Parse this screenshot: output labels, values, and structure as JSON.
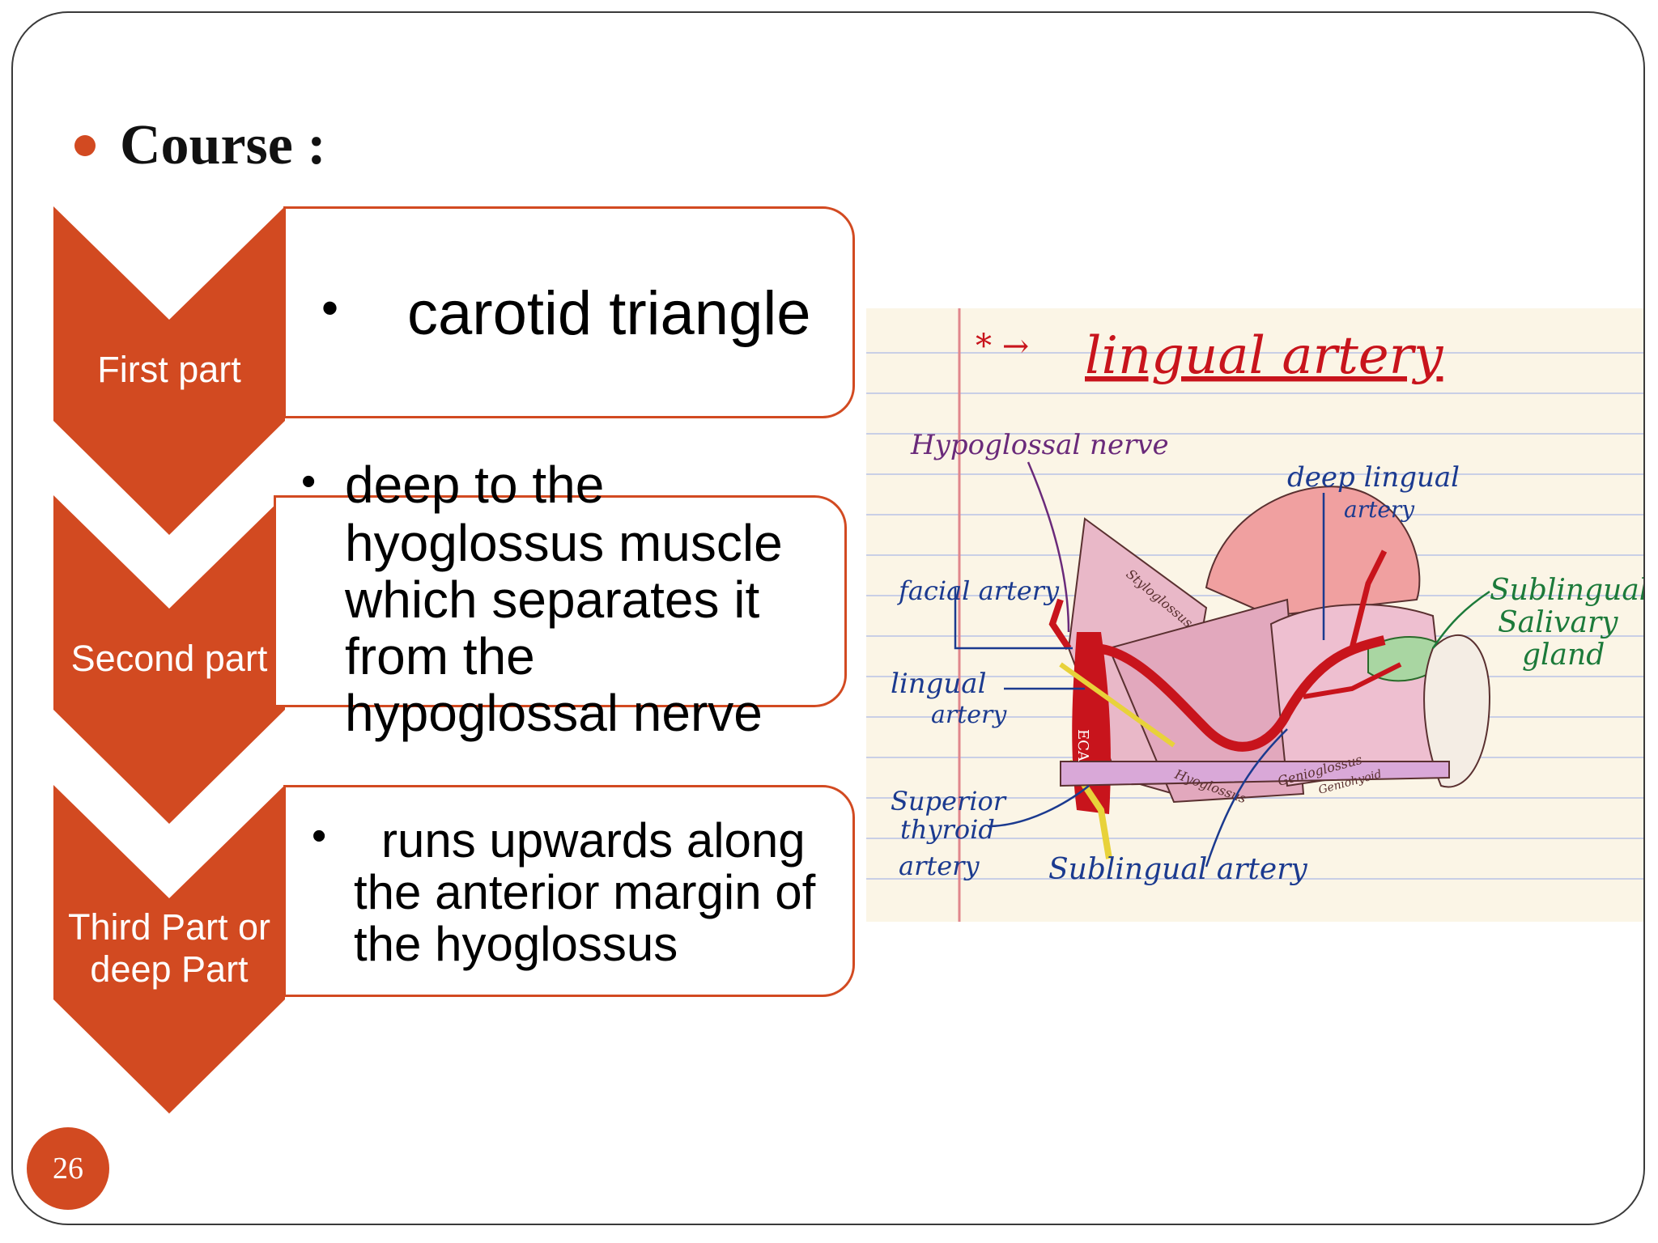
{
  "slide": {
    "title": "Course :",
    "page_number": "26"
  },
  "parts": [
    {
      "label_lines": [
        "First part"
      ],
      "description": "carotid triangle"
    },
    {
      "label_lines": [
        "Second part"
      ],
      "description_lines": [
        "deep to the",
        "hyoglossus muscle",
        "which separates it",
        "from the",
        "hypoglossal nerve"
      ]
    },
    {
      "label_lines": [
        "Third Part or",
        "deep Part"
      ],
      "description_lines": [
        "runs upwards along",
        "the anterior margin of",
        "the hyoglossus"
      ]
    }
  ],
  "diagram": {
    "title": "lingual artery",
    "labels": {
      "hypoglossal_nerve": "Hypoglossal nerve",
      "deep_lingual_artery_1": "deep lingual",
      "deep_lingual_artery_2": "artery",
      "facial_artery": "facial artery",
      "lingual_artery_1": "lingual",
      "lingual_artery_2": "artery",
      "superior_thyroid_1": "Superior",
      "superior_thyroid_2": "thyroid",
      "superior_thyroid_3": "artery",
      "sublingual_artery": "Sublingual artery",
      "sublingual_gland_1": "Sublingual",
      "sublingual_gland_2": "Salivary",
      "sublingual_gland_3": "gland",
      "eca": "ECA",
      "styloglossus": "Styloglossus",
      "hyoglossus": "Hyoglossus",
      "genioglossus": "Genioglossus",
      "geniohyoid": "Geniohyoid"
    },
    "colors": {
      "artery": "#c8141c",
      "nerve": "#e8d23a",
      "muscle": "#e9b8c8",
      "gland": "#a9d6a2",
      "tongue": "#f0a0a0",
      "ink_red": "#c8141c",
      "ink_purple": "#6a2a7a",
      "ink_blue": "#1b3a8f",
      "ink_green": "#1c7a3a"
    }
  },
  "colors": {
    "accent": "#d24a21"
  }
}
